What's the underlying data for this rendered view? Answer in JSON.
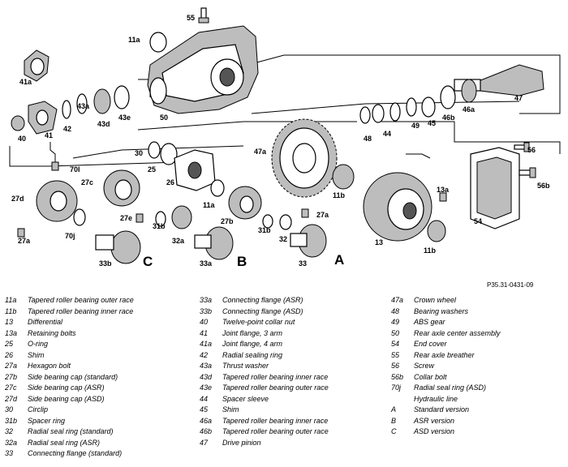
{
  "reference": "P35.31-0431-09",
  "diagram": {
    "callouts": [
      "55",
      "11a",
      "41a",
      "41",
      "40",
      "42",
      "43a",
      "43d",
      "43e",
      "50",
      "47",
      "46a",
      "46b",
      "45",
      "49",
      "44",
      "48",
      "30",
      "25",
      "26",
      "47a",
      "56",
      "56b",
      "70l",
      "27c",
      "27d",
      "27e",
      "31b",
      "32a",
      "11a",
      "27b",
      "31b",
      "32",
      "27a",
      "27a",
      "13a",
      "11b",
      "13",
      "11b",
      "54",
      "70j",
      "33b",
      "33a",
      "33"
    ],
    "version_markers": [
      "C",
      "B",
      "A"
    ]
  },
  "legend": {
    "col1": [
      {
        "code": "11a",
        "text": "Tapered roller bearing outer race"
      },
      {
        "code": "11b",
        "text": "Tapered roller bearing inner race"
      },
      {
        "code": "13",
        "text": "Differential"
      },
      {
        "code": "13a",
        "text": "Retaining bolts"
      },
      {
        "code": "25",
        "text": "O-ring"
      },
      {
        "code": "26",
        "text": "Shim"
      },
      {
        "code": "27a",
        "text": "Hexagon bolt"
      },
      {
        "code": "27b",
        "text": "Side bearing cap (standard)"
      },
      {
        "code": "27c",
        "text": "Side bearing cap (ASR)"
      },
      {
        "code": "27d",
        "text": "Side bearing cap (ASD)"
      },
      {
        "code": "30",
        "text": "Circlip"
      },
      {
        "code": "31b",
        "text": "Spacer ring"
      },
      {
        "code": "32",
        "text": "Radial seal ring (standard)"
      },
      {
        "code": "32a",
        "text": "Radial seal ring (ASR)"
      },
      {
        "code": "33",
        "text": "Connecting flange (standard)"
      }
    ],
    "col2": [
      {
        "code": "33a",
        "text": "Connecting flange (ASR)"
      },
      {
        "code": "33b",
        "text": "Connecting flange (ASD)"
      },
      {
        "code": "40",
        "text": "Twelve-point collar nut"
      },
      {
        "code": "41",
        "text": "Joint flange, 3 arm"
      },
      {
        "code": "41a",
        "text": "Joint flange, 4 arm"
      },
      {
        "code": "42",
        "text": "Radial sealing ring"
      },
      {
        "code": "43a",
        "text": "Thrust washer"
      },
      {
        "code": "43d",
        "text": "Tapered roller bearing inner race"
      },
      {
        "code": "43e",
        "text": "Tapered roller bearing outer race"
      },
      {
        "code": "44",
        "text": "Spacer sleeve"
      },
      {
        "code": "45",
        "text": "Shim"
      },
      {
        "code": "46a",
        "text": "Tapered roller bearing inner race"
      },
      {
        "code": "46b",
        "text": "Tapered roller bearing outer race"
      },
      {
        "code": "47",
        "text": "Drive pinion"
      }
    ],
    "col3": [
      {
        "code": "47a",
        "text": "Crown wheel"
      },
      {
        "code": "48",
        "text": "Bearing washers"
      },
      {
        "code": "49",
        "text": "ABS gear"
      },
      {
        "code": "50",
        "text": "Rear axle center assembly"
      },
      {
        "code": "54",
        "text": "End cover"
      },
      {
        "code": "55",
        "text": "Rear axle breather"
      },
      {
        "code": "56",
        "text": "Screw"
      },
      {
        "code": "56b",
        "text": "Collar bolt"
      },
      {
        "code": "70j",
        "text": "Radial seal ring (ASD)"
      },
      {
        "code": "",
        "text": "Hydraulic line"
      },
      {
        "code": "A",
        "text": "Standard version"
      },
      {
        "code": "B",
        "text": "ASR version"
      },
      {
        "code": "C",
        "text": "ASD version"
      }
    ]
  }
}
